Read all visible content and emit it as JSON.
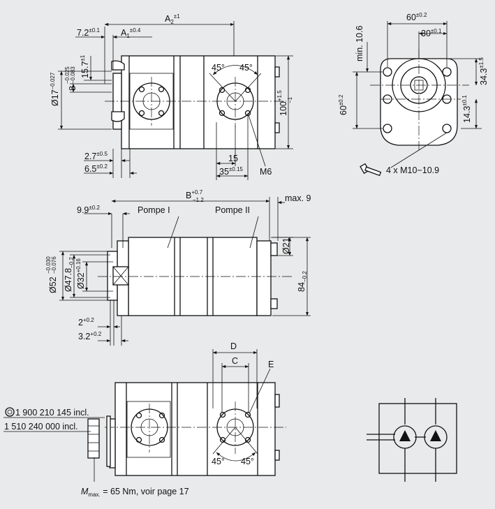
{
  "views": {
    "top": {
      "a2": "A",
      "a2_sub": "2",
      "a2_tol": "±1",
      "a1": "A",
      "a1_sub": "1",
      "a1_tol": "±0.4",
      "d72": "7.2",
      "d72_tol": "±0.1",
      "d157": "15.7",
      "d157_tol": "±1",
      "d8": "8",
      "d8_tol_up": "−0.025",
      "d8_tol_lo": "−0.083",
      "d17": "Ø17",
      "d17_tol": "−0.027",
      "d27": "2.7",
      "d27_tol": "±0.5",
      "d65": "6.5",
      "d65_tol": "±0.2",
      "d15": "15",
      "d35": "35",
      "d35_tol": "±0.15",
      "m6": "M6",
      "angle_a": "45°",
      "angle_b": "45°",
      "d100": "100",
      "d100_tol_up": "+1.5",
      "d100_tol_lo": "−1"
    },
    "end": {
      "d60h": "60",
      "d60h_tol": "±0.2",
      "d30": "30",
      "d30_tol": "±0.1",
      "min106": "min. 10.6",
      "d343": "34.3",
      "d343_tol": "±1.5",
      "d60v": "60",
      "d60v_tol": "±0.2",
      "d143": "14.3",
      "d143_tol": "±0.1",
      "bolt": "4 x M10−10.9"
    },
    "side": {
      "b": "B",
      "b_tol_up": "+0.7",
      "b_tol_lo": "−1.2",
      "max9": "max. 9",
      "d99": "9.9",
      "d99_tol": "±0.2",
      "pompe1": "Pompe I",
      "pompe2": "Pompe II",
      "d21": "Ø21",
      "d52": "Ø52",
      "d52_tol_up": "−0.030",
      "d52_tol_lo": "−0.076",
      "d478": "Ø47.8",
      "d478_tol": "−0.2",
      "d32": "Ø32",
      "d32_tol": "+0.16",
      "d84": "84",
      "d84_tol": "−0.2",
      "d2": "2",
      "d2_tol": "+0.2",
      "d32b": "3.2",
      "d32b_tol": "+0.2"
    },
    "bottom": {
      "d": "D",
      "c": "C",
      "e": "E",
      "angle_a": "45°",
      "angle_b": "45°",
      "part1": "1 900 210 145 incl.",
      "part2": "1 510 240 000 incl.",
      "mmax": "M",
      "mmax_sub": "max.",
      "mmax_text": " = 65 Nm, voir page 17"
    }
  }
}
